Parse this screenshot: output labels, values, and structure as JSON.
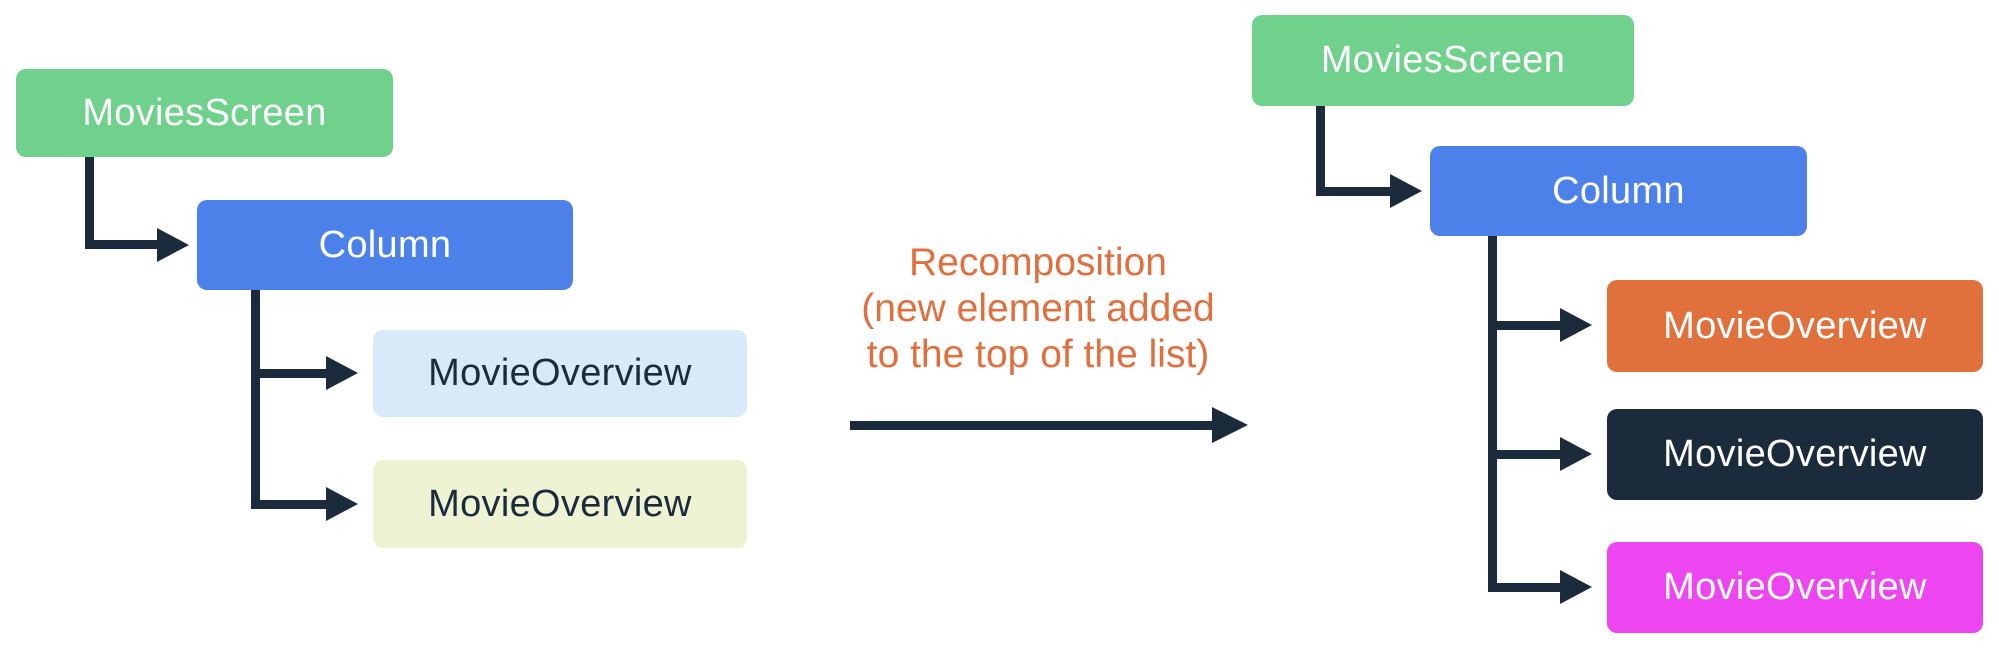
{
  "left_tree": {
    "root_label": "MoviesScreen",
    "column_label": "Column",
    "children": [
      {
        "label": "MovieOverview",
        "variant": "light-blue"
      },
      {
        "label": "MovieOverview",
        "variant": "cream"
      }
    ]
  },
  "annotation": {
    "lines": [
      "Recomposition",
      "(new element added",
      "to the top of the list)"
    ]
  },
  "right_tree": {
    "root_label": "MoviesScreen",
    "column_label": "Column",
    "children": [
      {
        "label": "MovieOverview",
        "variant": "orange"
      },
      {
        "label": "MovieOverview",
        "variant": "navy"
      },
      {
        "label": "MovieOverview",
        "variant": "magenta"
      }
    ]
  },
  "palette": {
    "green": "#6FD18C",
    "blue": "#4B81E8",
    "light_blue": "#D8EAFA",
    "cream": "#EEF3D3",
    "orange": "#E0703C",
    "navy": "#1B2B3C",
    "magenta": "#ED46F0",
    "connector": "#1B2B3C",
    "annotation_text": "#E16E3D"
  }
}
